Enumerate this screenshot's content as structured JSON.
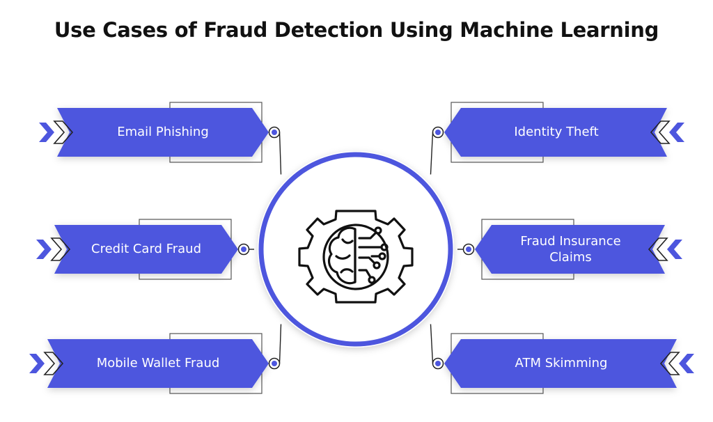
{
  "title": "Use Cases of Fraud Detection Using Machine Learning",
  "colors": {
    "accent": "#4D56DE",
    "outline": "#222222",
    "frame": "#555555",
    "text_on_accent": "#FFFFFF"
  },
  "center": {
    "icon": "gear-brain-circuit-icon"
  },
  "use_cases": [
    {
      "id": "email-phishing",
      "label": "Email Phishing",
      "side": "left"
    },
    {
      "id": "identity-theft",
      "label": "Identity Theft",
      "side": "right"
    },
    {
      "id": "credit-card-fraud",
      "label": "Credit Card Fraud",
      "side": "left"
    },
    {
      "id": "fraud-insurance-claims",
      "label": "Fraud Insurance\nClaims",
      "side": "right"
    },
    {
      "id": "mobile-wallet-fraud",
      "label": "Mobile Wallet Fraud",
      "side": "left"
    },
    {
      "id": "atm-skimming",
      "label": "ATM Skimming",
      "side": "right"
    }
  ]
}
